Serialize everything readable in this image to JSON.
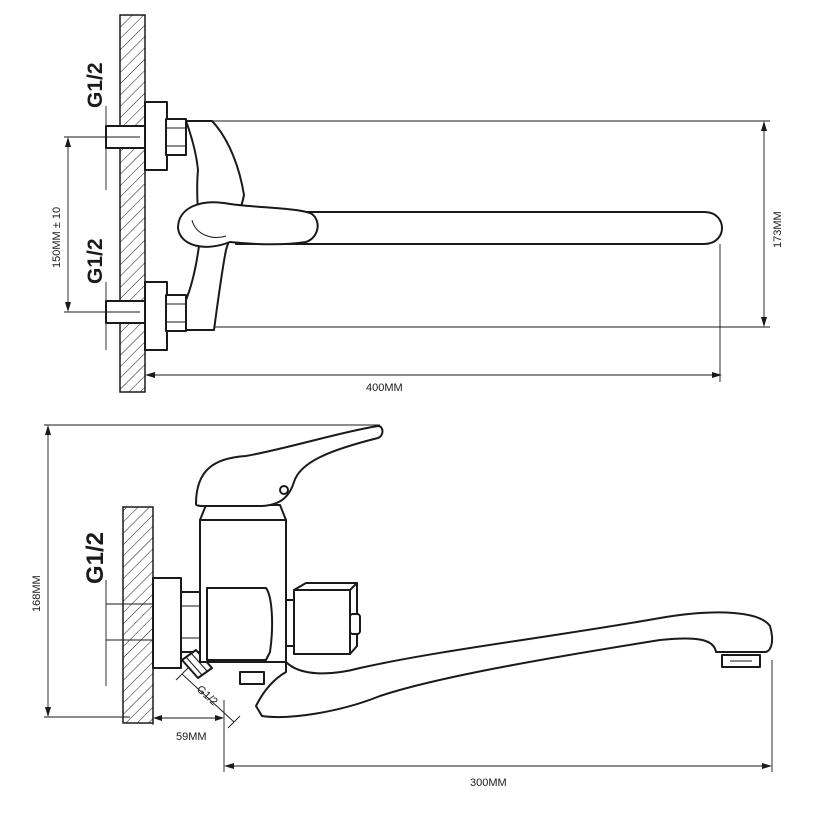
{
  "top_view": {
    "thread_upper": "G1/2",
    "thread_lower": "G1/2",
    "dim_inlet_spacing": "150MM ± 10",
    "dim_width": "400MM",
    "dim_height": "173MM"
  },
  "side_view": {
    "thread_inlet": "G1/2",
    "thread_outlet": "G1/2",
    "dim_height": "168MM",
    "dim_wall_offset": "59MM",
    "dim_spout_reach": "300MM"
  },
  "colors": {
    "line": "#1a1a1a",
    "background": "#ffffff"
  }
}
